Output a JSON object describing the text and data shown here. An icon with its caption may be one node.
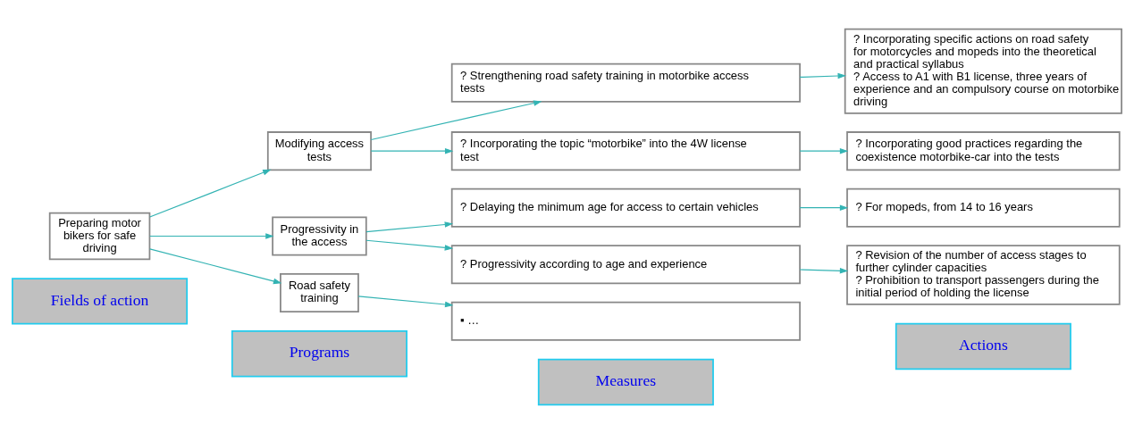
{
  "diagram": {
    "nodes": [
      {
        "text": [
          "Fields of action"
        ]
      },
      {
        "text": [
          "Programs"
        ]
      },
      {
        "text": [
          "Measures"
        ]
      },
      {
        "text": [
          "Actions"
        ]
      },
      {
        "text": [
          "Preparing motor bikers for safe driving"
        ]
      },
      {
        "text": [
          "Modifying access tests"
        ]
      },
      {
        "text": [
          "Progressivity in the access"
        ]
      },
      {
        "text": [
          "Road safety training"
        ]
      },
      {
        "text": [
          "? Strengthening road safety training in motorbike access tests"
        ]
      },
      {
        "text": [
          "? Incorporating the topic “motorbike” into the 4W license test"
        ]
      },
      {
        "text": [
          "? Delaying the minimum age for access to certain vehicles"
        ]
      },
      {
        "text": [
          "? Progressivity according to age and experience"
        ]
      },
      {
        "text": [
          "▪ …"
        ]
      },
      {
        "text": [
          "? Incorporating specific actions on road safety for motorcycles and mopeds into the theoretical and practical syllabus",
          "? Access to A1 with B1 license, three years of experience and an compulsory course on motorbike driving"
        ]
      },
      {
        "text": [
          "? Incorporating good practices regarding the coexistence motorbike-car into the tests"
        ]
      },
      {
        "text": [
          "? For mopeds, from 14 to 16 years"
        ]
      },
      {
        "text": [
          "? Revision of the number of access stages to further cylinder capacities",
          "? Prohibition to transport passengers during the initial period of holding the license"
        ]
      }
    ],
    "edges": [
      {
        "from": 4,
        "to": 5,
        "arrow": "to"
      },
      {
        "from": 4,
        "to": 6,
        "arrow": "to"
      },
      {
        "from": 4,
        "to": 7,
        "arrow": "to"
      },
      {
        "from": 5,
        "to": 8,
        "arrow": "to"
      },
      {
        "from": 5,
        "to": 9,
        "arrow": "to"
      },
      {
        "from": 6,
        "to": 10,
        "arrow": "to"
      },
      {
        "from": 6,
        "to": 11,
        "arrow": "to"
      },
      {
        "from": 7,
        "to": 12,
        "arrow": "to"
      },
      {
        "from": 8,
        "to": 13,
        "arrow": "to"
      },
      {
        "from": 9,
        "to": 14,
        "arrow": "to"
      },
      {
        "from": 10,
        "to": 15,
        "arrow": "to"
      },
      {
        "from": 11,
        "to": 16,
        "arrow": "to"
      }
    ]
  }
}
